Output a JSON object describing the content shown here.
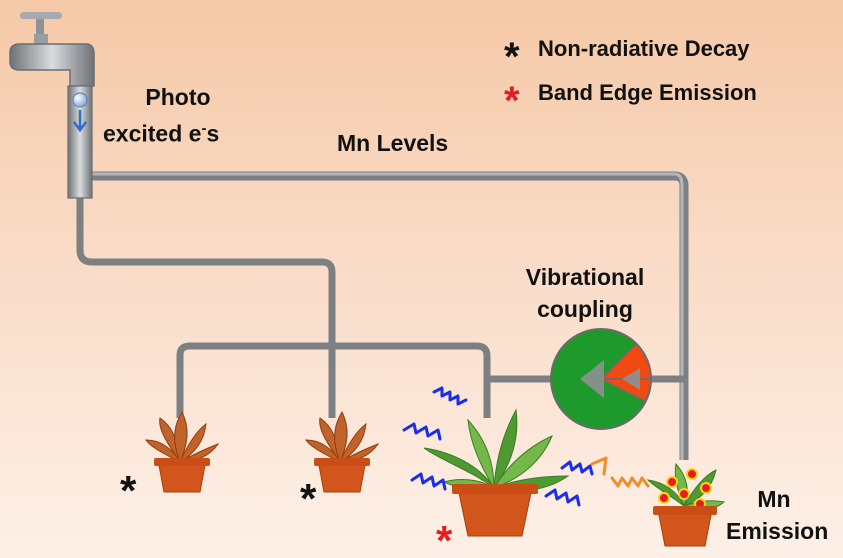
{
  "legend": {
    "items": [
      {
        "symbol": "*",
        "label": "Non-radiative Decay",
        "color": "#111111"
      },
      {
        "symbol": "*",
        "label": "Band Edge Emission",
        "color": "#e02020"
      }
    ]
  },
  "labels": {
    "photo_line1": "Photo",
    "photo_line2_prefix": "excited e",
    "photo_line2_sup": "-",
    "photo_line2_suffix": "s",
    "mn_levels": "Mn Levels",
    "vibrational_line1": "Vibrational",
    "vibrational_line2": "coupling",
    "mn_emission_line1": "Mn",
    "mn_emission_line2": "Emission"
  },
  "pot_marks": {
    "nonradiative_symbol": "*",
    "band_edge_symbol": "*"
  },
  "colors": {
    "pipe": "#8f9295",
    "pie_green": "#1e9a2c",
    "pie_red": "#f04a12",
    "pot": "#d2561b",
    "plant_brown": "#b85a26",
    "squiggle_blue": "#1a2ee8",
    "squiggle_orange": "#f08c2c"
  }
}
